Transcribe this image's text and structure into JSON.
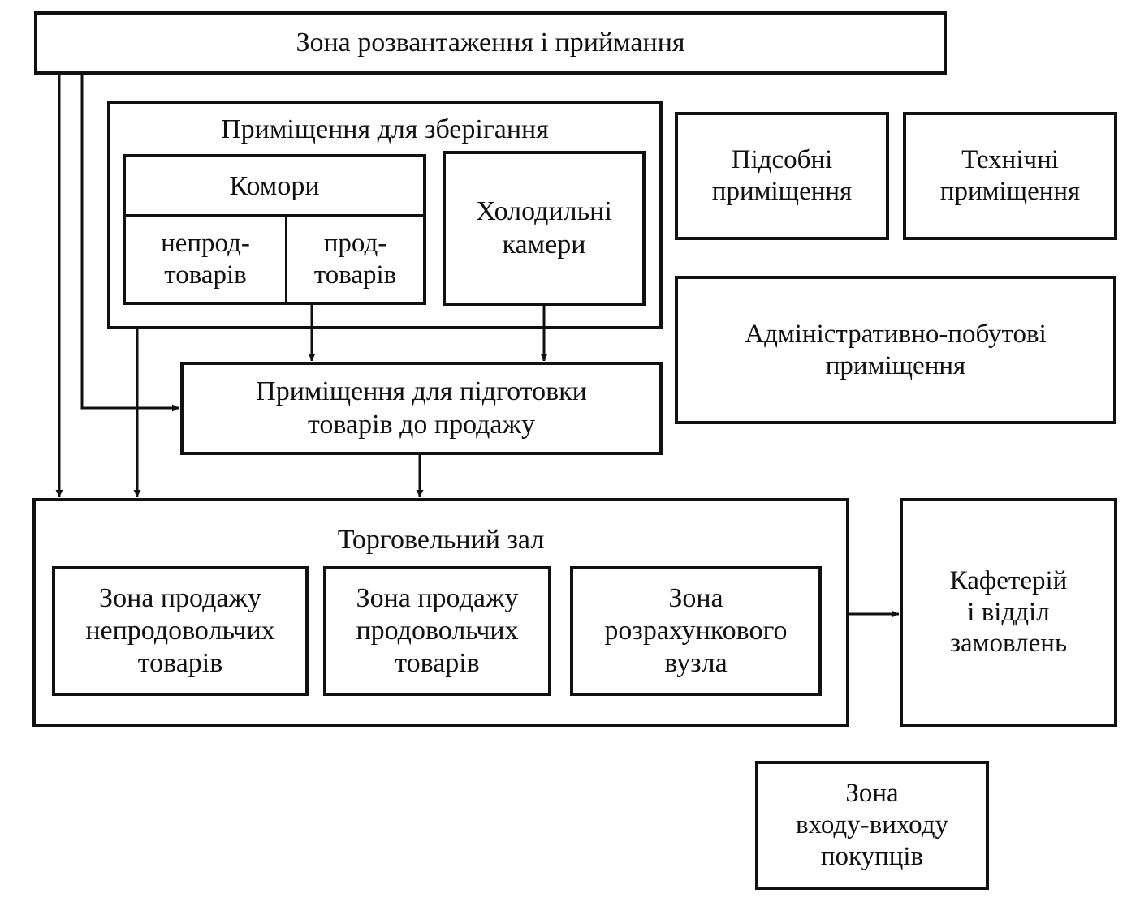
{
  "unloading_zone": "Зона розвантаження і приймання",
  "storage": {
    "title": "Приміщення для зберігання",
    "pantries": {
      "title": "Комори",
      "nonfood": "непрод-\nтоварів",
      "food": "прод-\nтоварів"
    },
    "cold_rooms": "Холодильні\nкамери"
  },
  "auxiliary_rooms": "Підсобні\nприміщення",
  "technical_rooms": "Технічні\nприміщення",
  "admin_rooms": "Адміністративно-побутові\nприміщення",
  "preparation_rooms": "Приміщення для підготовки\nтоварів до продажу",
  "sales_hall": {
    "title": "Торговельний зал",
    "nonfood_zone": "Зона продажу\nнепродовольчих\nтоварів",
    "food_zone": "Зона продажу\nпродовольчих\nтоварів",
    "checkout_zone": "Зона\nрозрахункового\nвузла"
  },
  "cafeteria": "Кафетерій\nі відділ\nзамовлень",
  "entrance_zone": "Зона\nвходу-виходу\nпокупців"
}
